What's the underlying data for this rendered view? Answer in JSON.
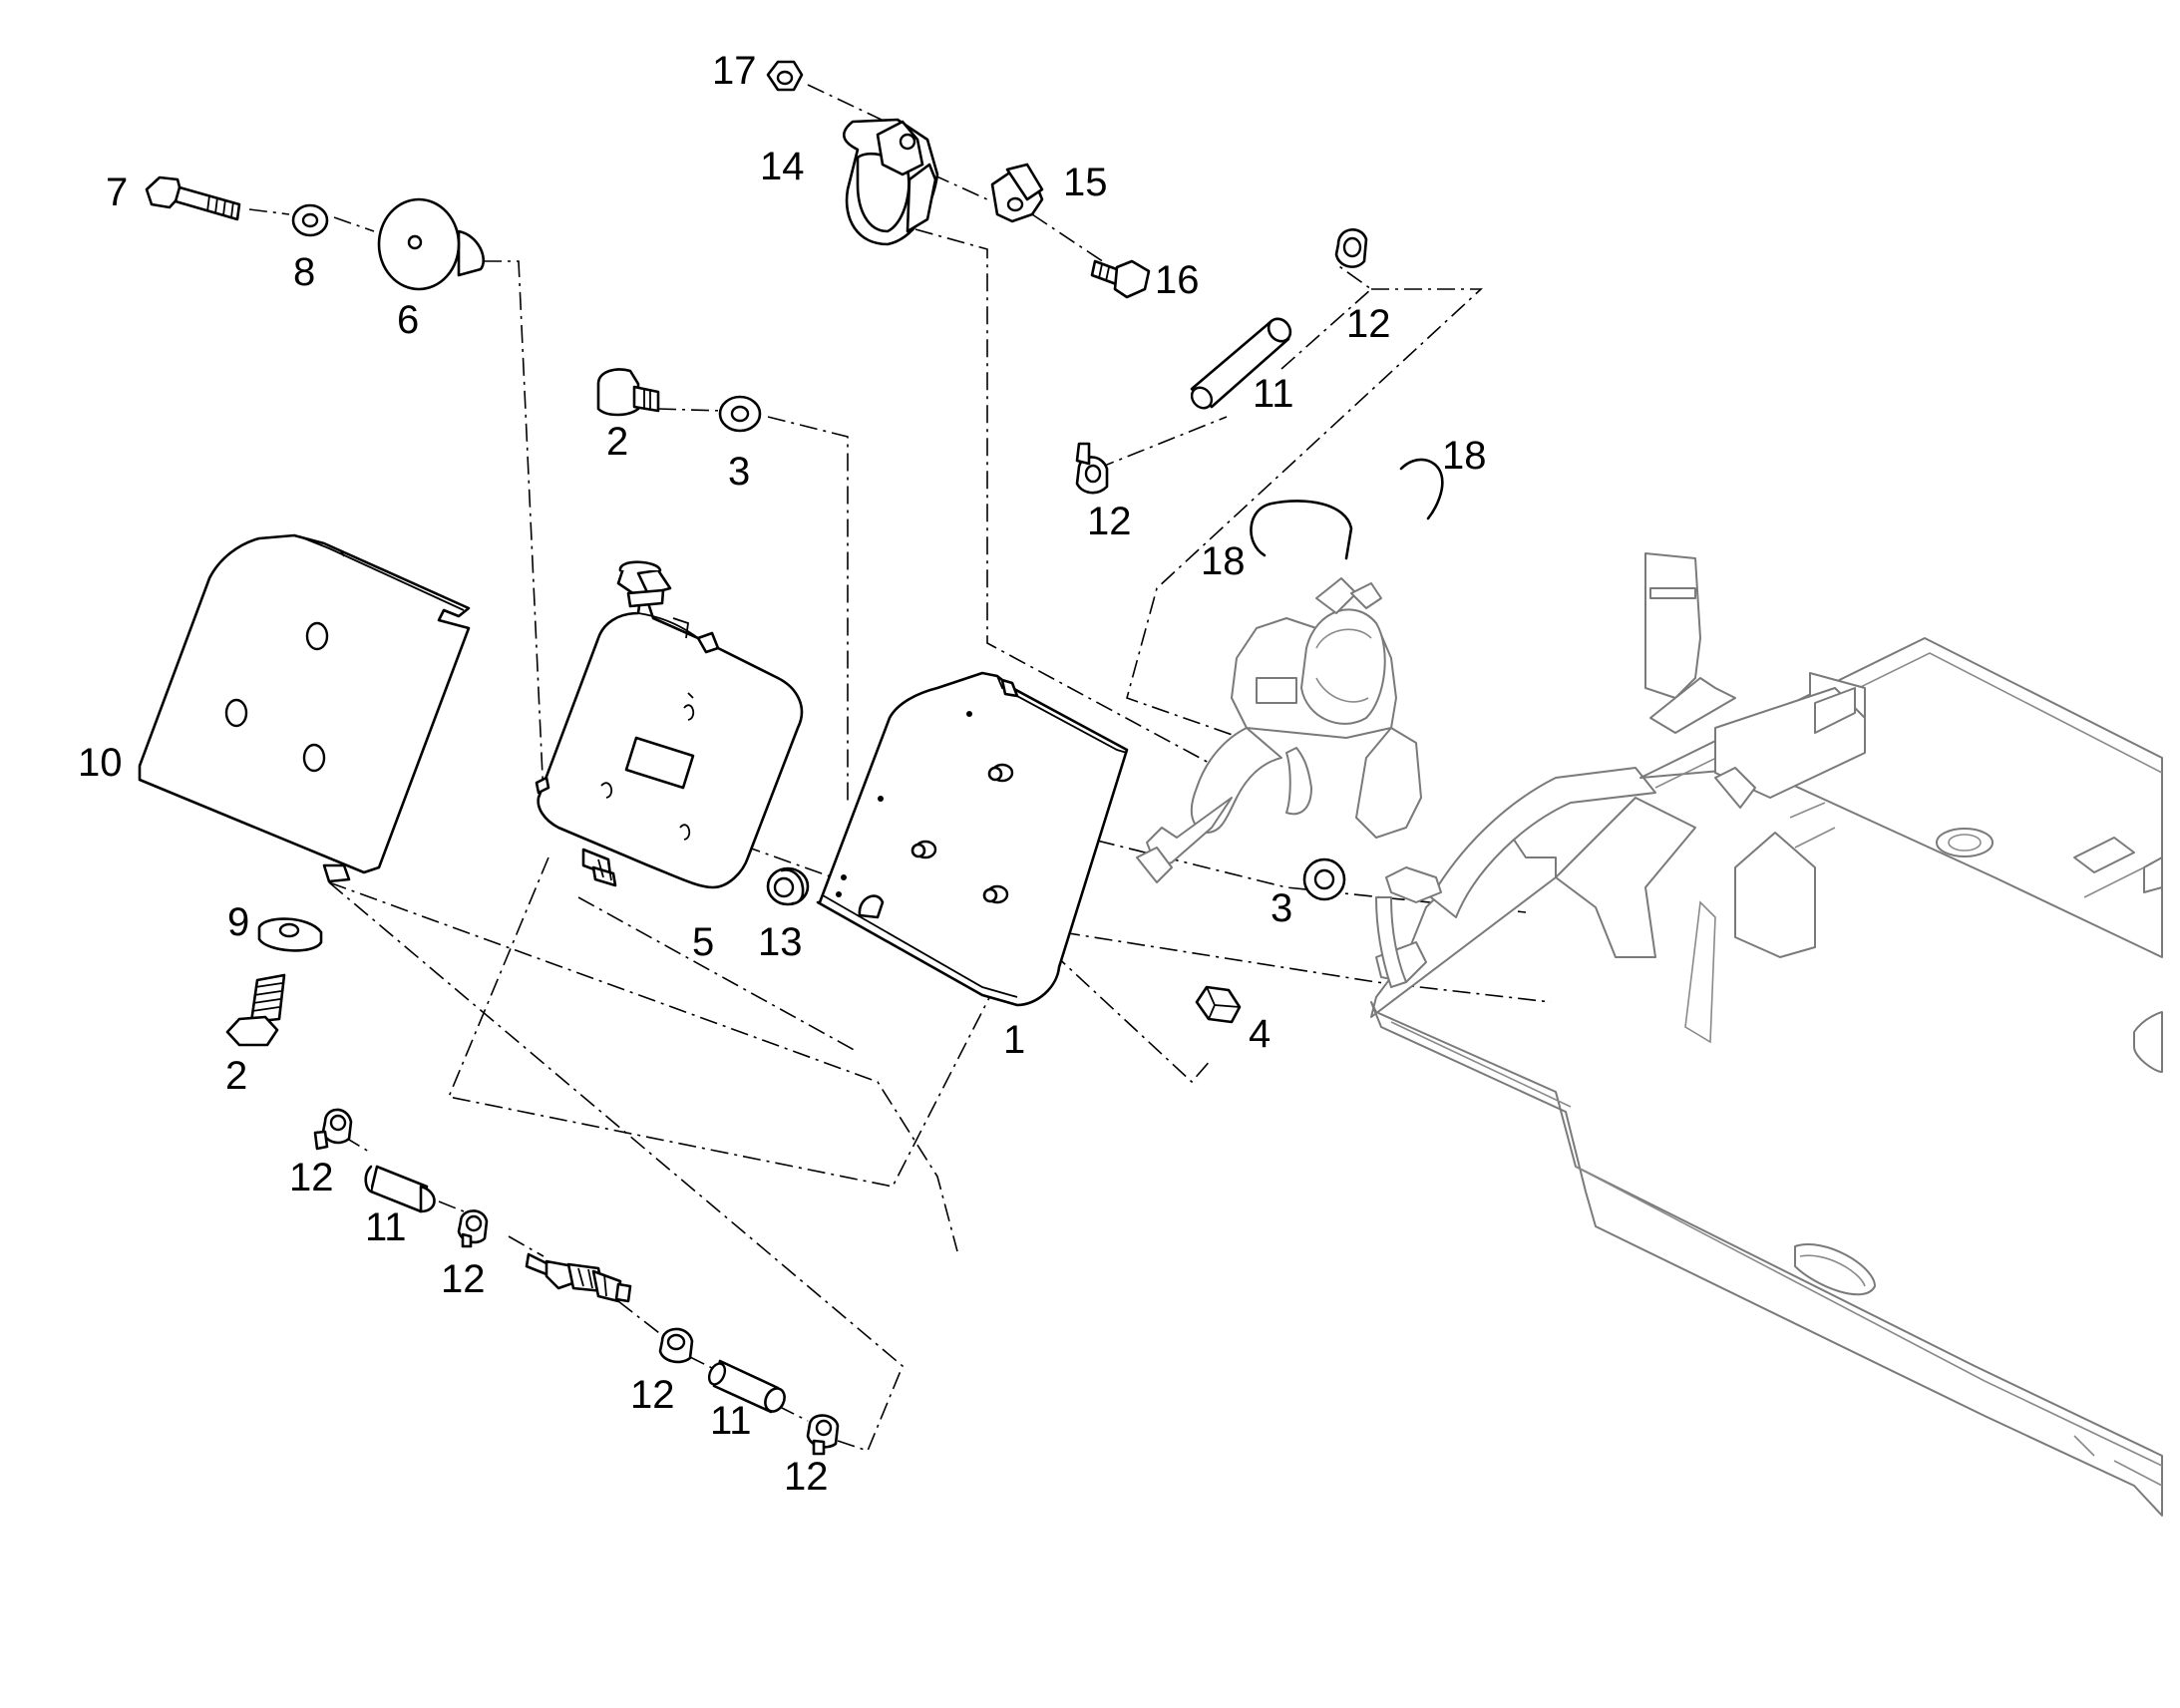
{
  "callouts": [
    {
      "text": "17"
    },
    {
      "text": "14"
    },
    {
      "text": "15"
    },
    {
      "text": "16"
    },
    {
      "text": "7"
    },
    {
      "text": "8"
    },
    {
      "text": "6"
    },
    {
      "text": "12"
    },
    {
      "text": "11"
    },
    {
      "text": "2"
    },
    {
      "text": "3"
    },
    {
      "text": "12"
    },
    {
      "text": "18"
    },
    {
      "text": "18"
    },
    {
      "text": "10"
    },
    {
      "text": "5"
    },
    {
      "text": "13"
    },
    {
      "text": "1"
    },
    {
      "text": "3"
    },
    {
      "text": "4"
    },
    {
      "text": "9"
    },
    {
      "text": "2"
    },
    {
      "text": "12"
    },
    {
      "text": "11"
    },
    {
      "text": "12"
    },
    {
      "text": "12"
    },
    {
      "text": "11"
    },
    {
      "text": "12"
    }
  ]
}
